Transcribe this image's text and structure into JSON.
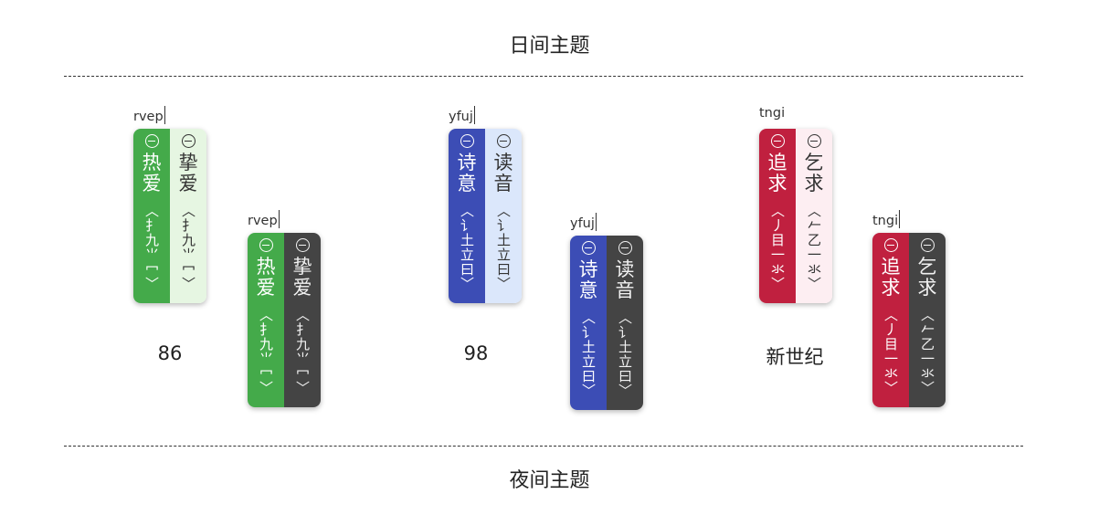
{
  "headings": {
    "day": "日间主题",
    "night": "夜间主题"
  },
  "groups": [
    {
      "label": "86",
      "code": "rvep",
      "day": {
        "left": {
          "word": "热爱",
          "code": "〈扌九⺌冖〉",
          "bg": "#44aa4a",
          "fg": "#ffffff"
        },
        "right": {
          "word": "挚爱",
          "code": "〈扌九⺌冖〉",
          "bg": "#e6f6e2",
          "fg": "#333333"
        }
      },
      "night": {
        "left": {
          "word": "热爱",
          "code": "〈扌九⺌冖〉",
          "bg": "#44aa4a",
          "fg": "#ffffff"
        },
        "right": {
          "word": "挚爱",
          "code": "〈扌九⺌冖〉",
          "bg": "#444444",
          "fg": "#f2f2f2"
        }
      }
    },
    {
      "label": "98",
      "code": "yfuj",
      "day": {
        "left": {
          "word": "诗意",
          "code": "〈讠土立曰〉",
          "bg": "#3c4db5",
          "fg": "#ffffff"
        },
        "right": {
          "word": "读音",
          "code": "〈讠土立曰〉",
          "bg": "#dbe7fb",
          "fg": "#333333"
        }
      },
      "night": {
        "left": {
          "word": "诗意",
          "code": "〈讠土立曰〉",
          "bg": "#3c4db5",
          "fg": "#ffffff"
        },
        "right": {
          "word": "读音",
          "code": "〈讠土立曰〉",
          "bg": "#444444",
          "fg": "#f2f2f2"
        }
      }
    },
    {
      "label": "新世纪",
      "code": "tngi",
      "day": {
        "left": {
          "word": "追求",
          "code": "〈丿目一氺〉",
          "bg": "#c0203f",
          "fg": "#ffffff"
        },
        "right": {
          "word": "乞求",
          "code": "〈𠂉乙一氺〉",
          "bg": "#fdeef2",
          "fg": "#333333"
        }
      },
      "night": {
        "left": {
          "word": "追求",
          "code": "〈丿目一氺〉",
          "bg": "#c0203f",
          "fg": "#ffffff"
        },
        "right": {
          "word": "乞求",
          "code": "〈𠂉乙一氺〉",
          "bg": "#444444",
          "fg": "#f2f2f2"
        }
      }
    }
  ]
}
